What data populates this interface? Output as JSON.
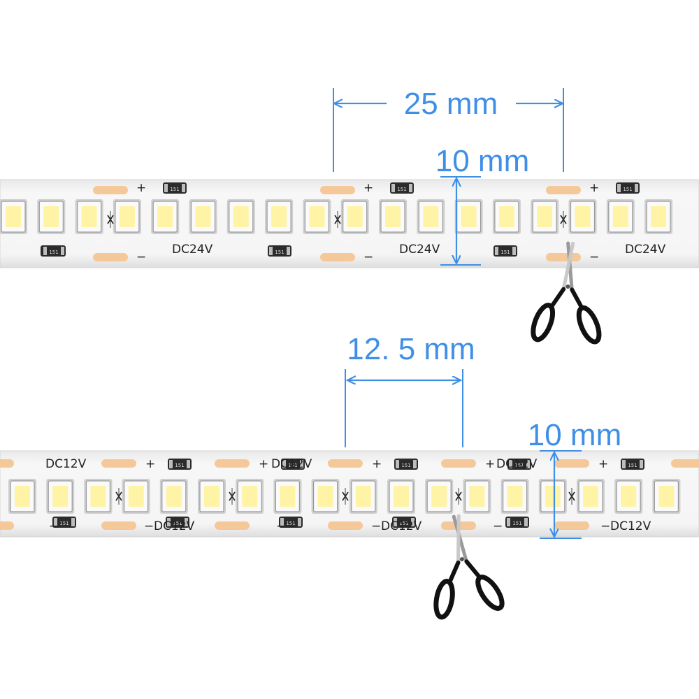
{
  "colors": {
    "accent": "#3f8fe6",
    "pcb": "#f2f2f2",
    "pcb_edge": "#d7d7d7",
    "led_body": "#fafafa",
    "led_emitter": "#fff3a6",
    "pad": "#f5c89a",
    "resistor": "#2b2b2b",
    "scissors": "#111111"
  },
  "strips": [
    {
      "id": "24v",
      "voltage_label": "DC24V",
      "plus_sign": "+",
      "minus_sign": "−",
      "resistor_code": "151",
      "cut_interval_label": "25 mm",
      "width_label": "10 mm",
      "cut_icon": "scissors-icon"
    },
    {
      "id": "12v",
      "voltage_label": "DC12V",
      "plus_sign": "+",
      "minus_sign": "−",
      "resistor_code": "151",
      "cut_interval_label": "12. 5 mm",
      "width_label": "10 mm",
      "cut_icon": "scissors-icon"
    }
  ]
}
